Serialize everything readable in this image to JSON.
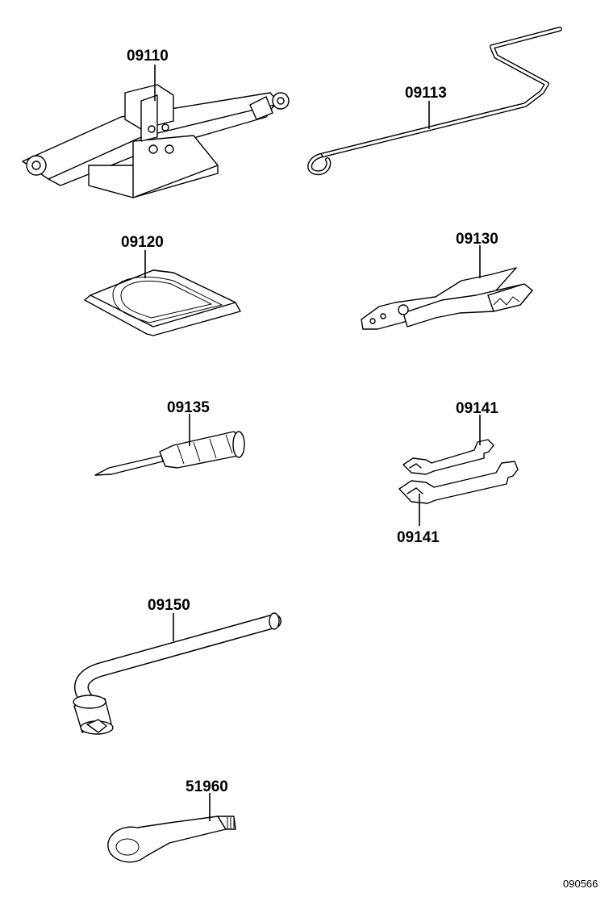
{
  "diagram": {
    "parts": [
      {
        "number": "09110"
      },
      {
        "number": "09113"
      },
      {
        "number": "09120"
      },
      {
        "number": "09130"
      },
      {
        "number": "09135"
      },
      {
        "number": "09141"
      },
      {
        "number": "09141"
      },
      {
        "number": "09150"
      },
      {
        "number": "51960"
      }
    ],
    "code": "090566"
  }
}
